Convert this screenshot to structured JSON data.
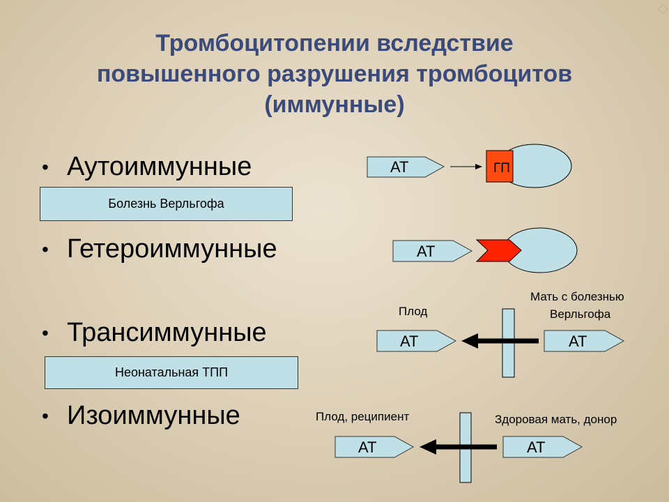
{
  "title": {
    "line1": "Тромбоцитопении вследствие",
    "line2": "повышенного разрушения тромбоцитов",
    "line3": "(иммунные)"
  },
  "bullets": [
    {
      "text": "Аутоиммунные"
    },
    {
      "text": "Гетероиммунные"
    },
    {
      "text": "Трансиммунные"
    },
    {
      "text": "Изоиммунные"
    }
  ],
  "notes": {
    "werlhof": "Болезнь Верльгофа",
    "neonatal": "Неонатальная ТПП"
  },
  "diagrams": {
    "at_label": "АТ",
    "gp_label": "ГП",
    "trans_left_caption": "Плод",
    "trans_right_caption_line1": "Мать с болезнью",
    "trans_right_caption_line2": "Верльгофа",
    "iso_left_caption": "Плод, реципиент",
    "iso_right_caption": "Здоровая мать, донор"
  },
  "colors": {
    "title": "#3a4a7a",
    "box_fill": "#bfe0e6",
    "antigen_fill": "#ff2200",
    "gp_fill": "#ff4a10"
  }
}
